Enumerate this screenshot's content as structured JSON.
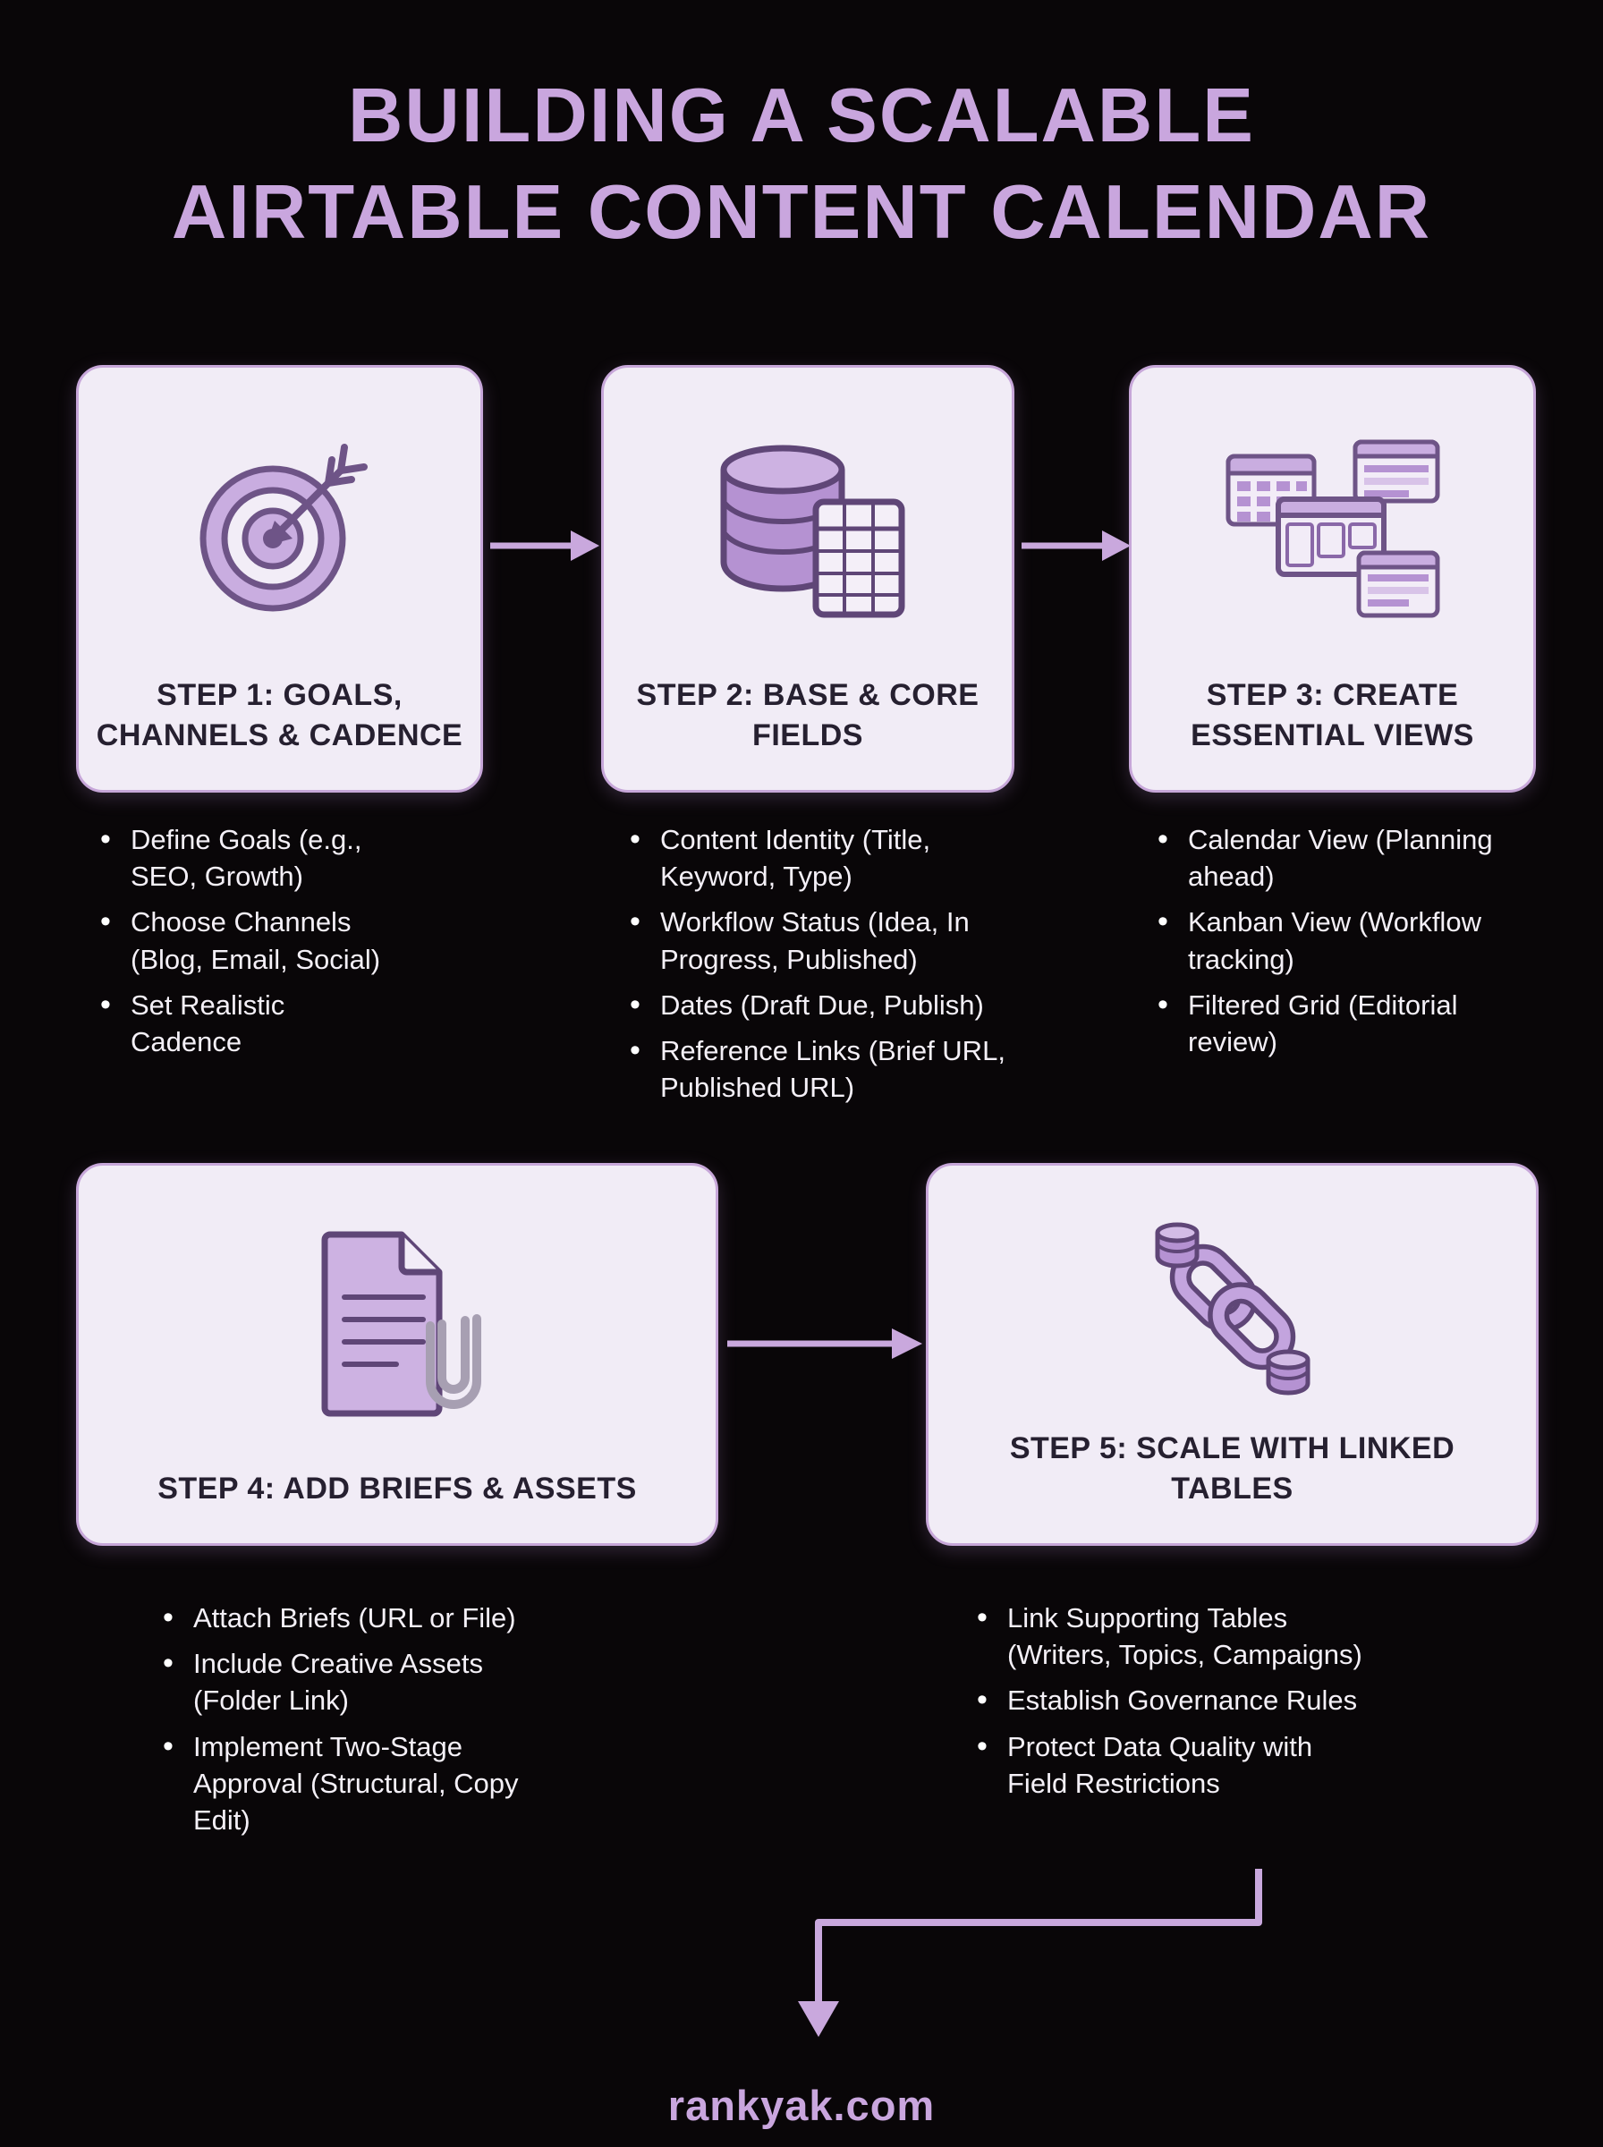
{
  "page": {
    "title_line1": "BUILDING A SCALABLE",
    "title_line2": "AIRTABLE CONTENT CALENDAR",
    "footer": "rankyak.com"
  },
  "colors": {
    "background": "#090608",
    "accent_purple": "#c9a6de",
    "card_background": "#f1ecf6",
    "card_border": "#c7a7d9",
    "card_title_text": "#262030",
    "bullet_text": "#f4f0f7",
    "icon_outline": "#5f4677",
    "icon_fill_light": "#c9ade0",
    "icon_fill_mid": "#b592d2"
  },
  "steps": [
    {
      "title": "STEP 1: GOALS, CHANNELS & CADENCE",
      "icon": "target-icon",
      "bullets": [
        "Define Goals (e.g., SEO, Growth)",
        "Choose Channels (Blog, Email, Social)",
        "Set Realistic Cadence"
      ]
    },
    {
      "title": "STEP 2: BASE & CORE FIELDS",
      "icon": "database-table-icon",
      "bullets": [
        "Content Identity (Title, Keyword, Type)",
        "Workflow Status (Idea, In Progress, Published)",
        "Dates (Draft Due, Publish)",
        "Reference Links (Brief URL, Published URL)"
      ]
    },
    {
      "title": "STEP 3: CREATE ESSENTIAL VIEWS",
      "icon": "views-windows-icon",
      "bullets": [
        "Calendar View (Planning ahead)",
        "Kanban View (Workflow tracking)",
        "Filtered Grid (Editorial review)"
      ]
    },
    {
      "title": "STEP 4: ADD BRIEFS & ASSETS",
      "icon": "document-paperclip-icon",
      "bullets": [
        "Attach Briefs (URL or File)",
        "Include Creative Assets (Folder Link)",
        "Implement Two-Stage Approval (Structural, Copy Edit)"
      ]
    },
    {
      "title": "STEP 5: SCALE WITH LINKED TABLES",
      "icon": "linked-tables-chain-icon",
      "bullets": [
        "Link Supporting Tables (Writers, Topics, Campaigns)",
        "Establish Governance Rules",
        "Protect Data Quality with Field Restrictions"
      ]
    }
  ]
}
